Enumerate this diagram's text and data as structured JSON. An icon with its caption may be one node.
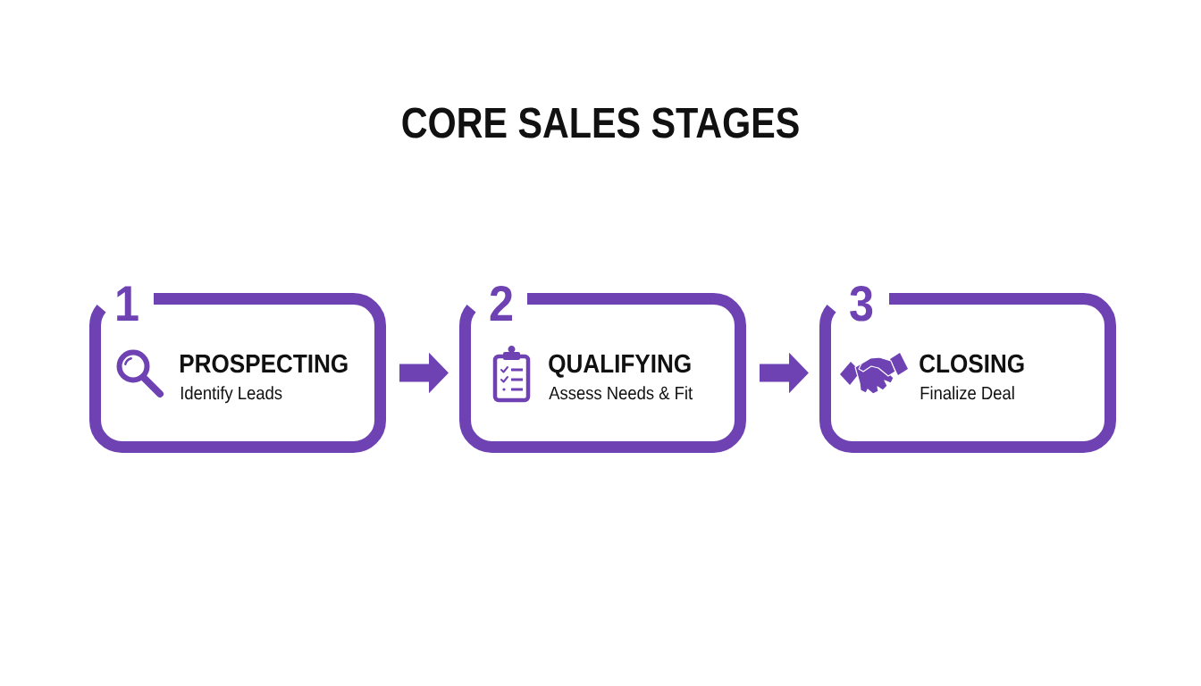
{
  "diagram": {
    "title": "CORE SALES STAGES",
    "nodes": [
      {
        "text": [
          "1",
          "PROSPECTING",
          "Identify Leads"
        ]
      },
      {
        "text": [
          "2",
          "QUALIFYING",
          "Assess Needs & Fit"
        ]
      },
      {
        "text": [
          "3",
          "CLOSING",
          "Finalize Deal"
        ]
      }
    ],
    "edges": [
      {
        "from": 0,
        "to": 1,
        "arrow": "to"
      },
      {
        "from": 1,
        "to": 2,
        "arrow": "to"
      }
    ]
  }
}
